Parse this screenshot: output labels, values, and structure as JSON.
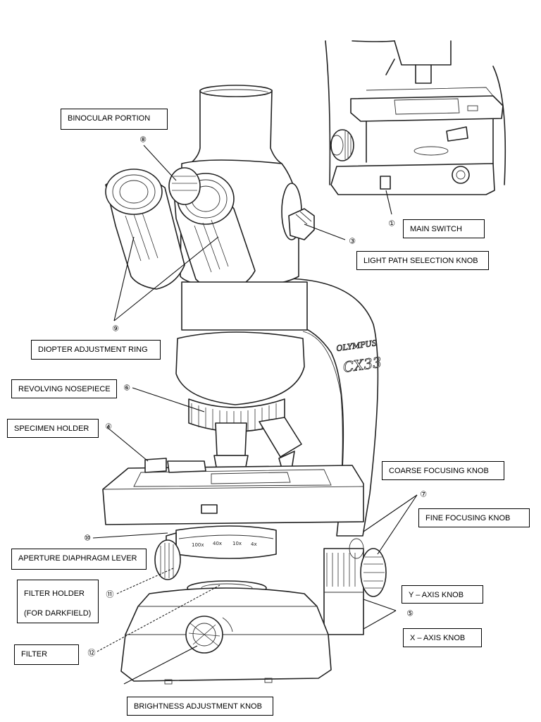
{
  "brand": {
    "name": "OLYMPUS",
    "model": "CX33"
  },
  "callouts": [
    {
      "key": "n1",
      "number": "①"
    },
    {
      "key": "n3",
      "number": "③"
    },
    {
      "key": "n4",
      "number": "④"
    },
    {
      "key": "n5",
      "number": "⑤"
    },
    {
      "key": "n6",
      "number": "⑥"
    },
    {
      "key": "n7",
      "number": "⑦"
    },
    {
      "key": "n8",
      "number": "⑧"
    },
    {
      "key": "n9",
      "number": "⑨"
    },
    {
      "key": "n10",
      "number": "⑩"
    },
    {
      "key": "n11",
      "number": "⑪"
    },
    {
      "key": "n12",
      "number": "⑫"
    }
  ],
  "labels": {
    "binocular_portion": "BINOCULAR PORTION",
    "main_switch": "MAIN SWITCH",
    "light_path_selection_knob": "LIGHT PATH SELECTION KNOB",
    "diopter_adjustment_ring": "DIOPTER ADJUSTMENT RING",
    "revolving_nosepiece": "REVOLVING NOSEPIECE",
    "specimen_holder": "SPECIMEN HOLDER",
    "coarse_focusing_knob": "COARSE FOCUSING KNOB",
    "fine_focusing_knob": "FINE FOCUSING KNOB",
    "aperture_diaphragm_lever": "APERTURE DIAPHRAGM LEVER",
    "filter_holder_line1": "FILTER HOLDER",
    "filter_holder_line2": "(FOR DARKFIELD)",
    "y_axis_knob": "Y – AXIS KNOB",
    "x_axis_knob": "X – AXIS KNOB",
    "filter": "FILTER",
    "brightness_adjustment_knob": "BRIGHTNESS ADJUSTMENT KNOB"
  },
  "condenser_marks": [
    "100x",
    "40x",
    "10x",
    "4x"
  ]
}
